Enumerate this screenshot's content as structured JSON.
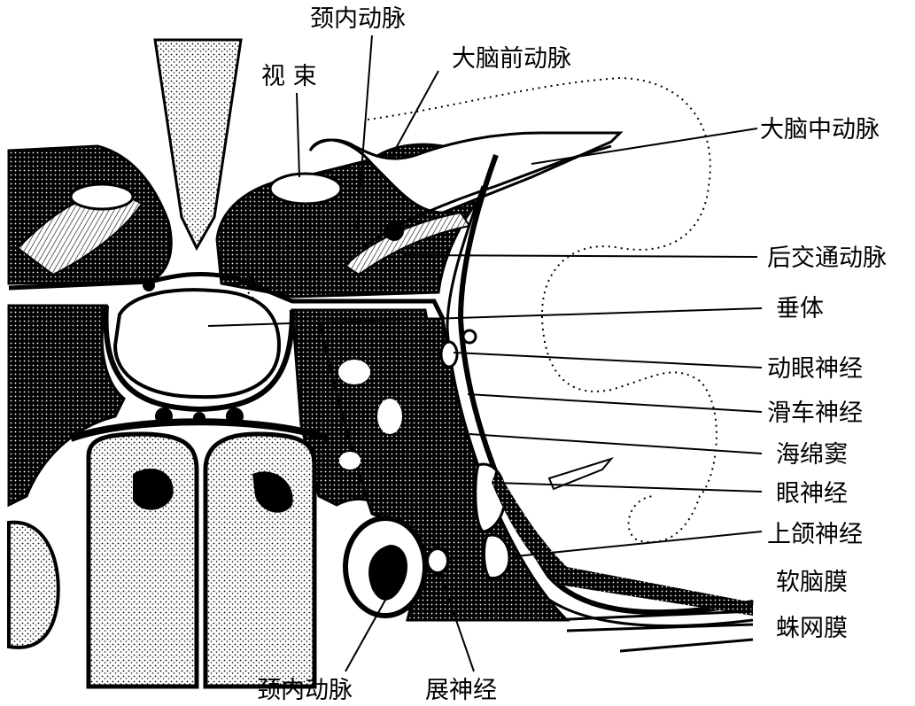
{
  "labels": {
    "top_internal_carotid": "颈内动脉",
    "optic_tract": "视 束",
    "anterior_cerebral_artery": "大脑前动脉",
    "middle_cerebral_artery": "大脑中动脉",
    "posterior_communicating_artery": "后交通动脉",
    "pituitary": "垂体",
    "oculomotor_nerve": "动眼神经",
    "trochlear_nerve": "滑车神经",
    "cavernous_sinus": "海绵窦",
    "ophthalmic_nerve": "眼神经",
    "maxillary_nerve": "上颌神经",
    "pia_mater": "软脑膜",
    "arachnoid": "蛛网膜",
    "bottom_internal_carotid": "颈内动脉",
    "abducens_nerve": "展神经"
  },
  "colors": {
    "ink": "#000000",
    "paper": "#ffffff"
  }
}
